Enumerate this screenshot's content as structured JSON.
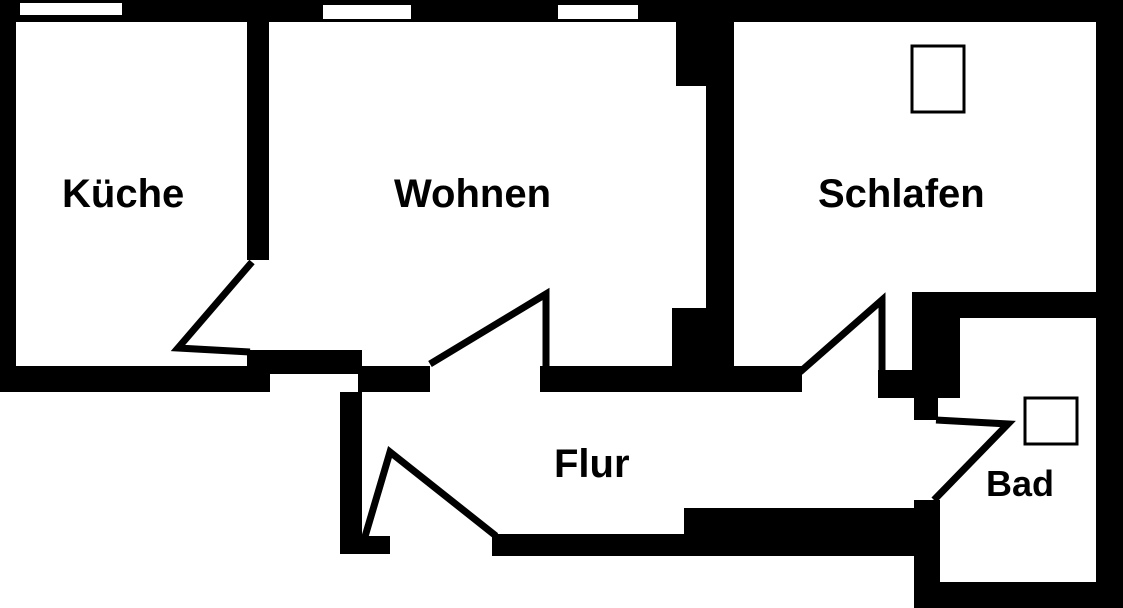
{
  "colors": {
    "wall": "#000000",
    "floor": "#ffffff"
  },
  "rooms": [
    {
      "id": "kueche",
      "label": "Küche"
    },
    {
      "id": "wohnen",
      "label": "Wohnen"
    },
    {
      "id": "schlafen",
      "label": "Schlafen"
    },
    {
      "id": "flur",
      "label": "Flur"
    },
    {
      "id": "bad",
      "label": "Bad"
    }
  ]
}
